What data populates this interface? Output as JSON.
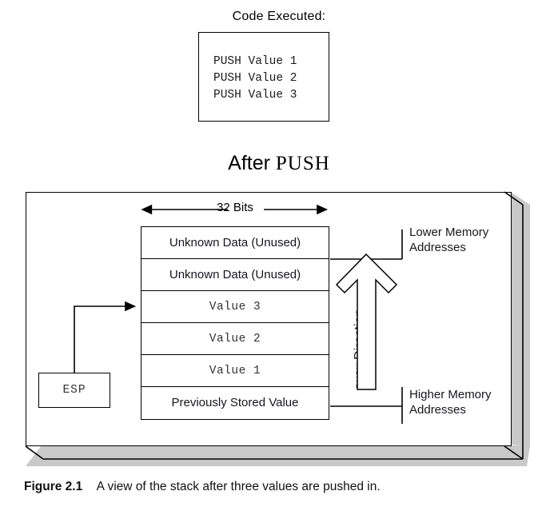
{
  "heading": {
    "code_executed": "Code Executed:"
  },
  "code_box": {
    "lines_text": "PUSH Value 1\nPUSH Value 2\nPUSH Value 3",
    "lines": [
      "PUSH Value 1",
      "PUSH Value 2",
      "PUSH Value 3"
    ]
  },
  "title": {
    "prefix": "After",
    "instruction": "PUSH"
  },
  "measure": {
    "label": "32 Bits"
  },
  "stack": {
    "rows": [
      {
        "label": "Unknown Data (Unused)",
        "style": "sans"
      },
      {
        "label": "Unknown Data (Unused)",
        "style": "sans"
      },
      {
        "label": "Value 3",
        "style": "mono"
      },
      {
        "label": "Value 2",
        "style": "mono"
      },
      {
        "label": "Value 1",
        "style": "mono"
      },
      {
        "label": "Previously Stored Value",
        "style": "sans"
      }
    ]
  },
  "pointer": {
    "register": "ESP"
  },
  "direction_arrow": {
    "instruction": "PUSH",
    "word": "Direction"
  },
  "side_labels": {
    "lower_line1": "Lower Memory",
    "lower_line2": "Addresses",
    "higher_line1": "Higher Memory",
    "higher_line2": "Addresses"
  },
  "caption": {
    "figure_number": "Figure 2.1",
    "text": "A view of the stack after three values are pushed in."
  },
  "colors": {
    "background": "#ffffff",
    "line": "#000000",
    "shadow_gray": "#c9c9c9",
    "text": "#16161e"
  }
}
